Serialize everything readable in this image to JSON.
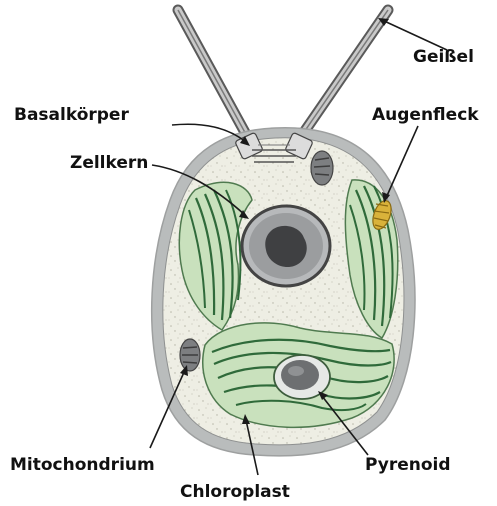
{
  "diagram": {
    "labels": {
      "flagellum": "Geißel",
      "basal_body": "Basalkörper",
      "eyespot": "Augenfleck",
      "nucleus": "Zellkern",
      "mitochondrion": "Mitochondrium",
      "pyrenoid": "Pyrenoid",
      "chloroplast": "Chloroplast"
    },
    "colors": {
      "cell_wall": "#b9bcbc",
      "cytoplasm": "#eeeee4",
      "chloroplast_fill": "#c9e1bd",
      "thylakoid": "#2f6a3a",
      "nucleus": "#9b9d9f",
      "nucleolus": "#3f4042",
      "eyespot": "#d9b23a",
      "leader_line": "#1a1a1a"
    }
  }
}
